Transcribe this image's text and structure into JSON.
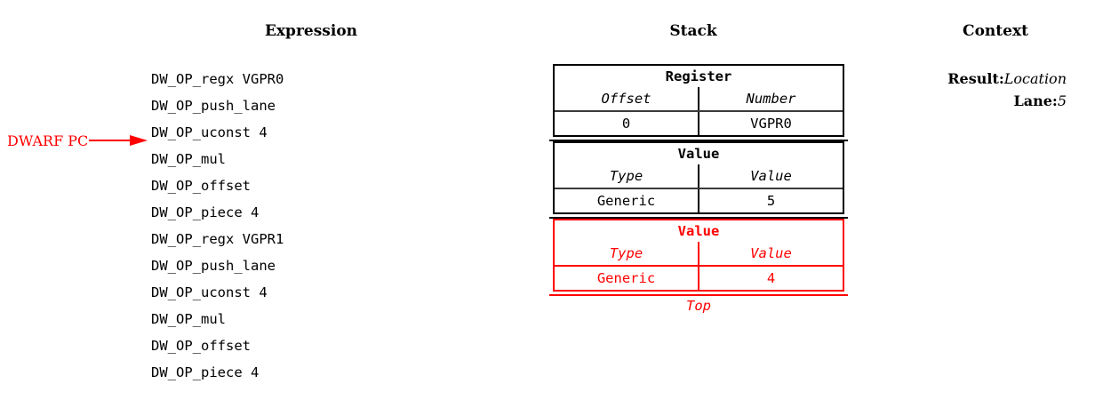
{
  "headings": {
    "expression": "Expression",
    "stack": "Stack",
    "context": "Context"
  },
  "pc_marker": {
    "label": "DWARF PC",
    "icon": "right-arrow",
    "color": "#ff0000",
    "points_to_line_index": 3
  },
  "expression": {
    "lines": [
      "DW_OP_regx VGPR0",
      "DW_OP_push_lane",
      "DW_OP_uconst 4",
      "DW_OP_mul",
      "DW_OP_offset",
      "DW_OP_piece 4",
      "DW_OP_regx VGPR1",
      "DW_OP_push_lane",
      "DW_OP_uconst 4",
      "DW_OP_mul",
      "DW_OP_offset",
      "DW_OP_piece 4"
    ]
  },
  "stack": {
    "top_label": "Top",
    "frames": [
      {
        "title": "Register",
        "columns": [
          "Offset",
          "Number"
        ],
        "values": [
          "0",
          "VGPR0"
        ],
        "color": "#000000",
        "is_top": false
      },
      {
        "title": "Value",
        "columns": [
          "Type",
          "Value"
        ],
        "values": [
          "Generic",
          "5"
        ],
        "color": "#000000",
        "is_top": false
      },
      {
        "title": "Value",
        "columns": [
          "Type",
          "Value"
        ],
        "values": [
          "Generic",
          "4"
        ],
        "color": "#ff0000",
        "is_top": true
      }
    ]
  },
  "context": {
    "entries": [
      {
        "key": "Result:",
        "value": "Location"
      },
      {
        "key": "Lane:",
        "value": "5"
      }
    ]
  }
}
